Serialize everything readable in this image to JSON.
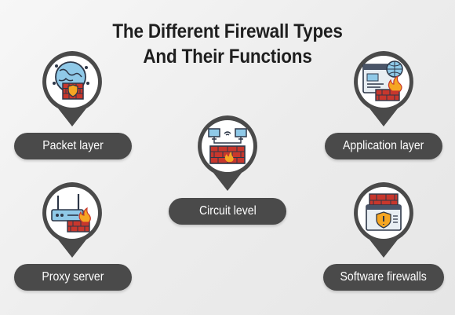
{
  "title": {
    "line1": "The Different Firewall Types",
    "line2": "And Their Functions"
  },
  "items": [
    {
      "label": "Packet layer",
      "icon": "globe-firewall-shield-icon"
    },
    {
      "label": "Application layer",
      "icon": "browser-globe-fire-firewall-icon"
    },
    {
      "label": "Circuit level",
      "icon": "network-computers-firewall-icon"
    },
    {
      "label": "Proxy server",
      "icon": "router-firewall-fire-icon"
    },
    {
      "label": "Software firewalls",
      "icon": "window-firewall-shield-icon"
    }
  ],
  "colors": {
    "pill": "#4a4a4a",
    "pin_ring": "#4a4a4a",
    "brick": "#c8372d",
    "globe": "#8fc9e8",
    "fire": "#f5a623"
  }
}
